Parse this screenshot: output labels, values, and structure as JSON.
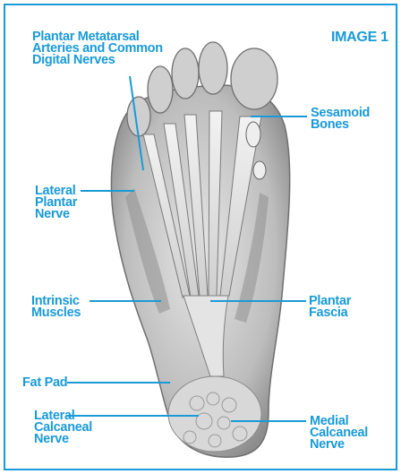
{
  "title": "IMAGE 1",
  "colors": {
    "accent": "#1a9ad6",
    "background": "#ffffff"
  },
  "illustration": "foot-anatomy-illustration",
  "labels": {
    "plantar_metatarsal": "Plantar Metatarsal\nArteries and Common\nDigital Nerves",
    "sesamoid": "Sesamoid\nBones",
    "lateral_plantar": "Lateral\nPlantar\nNerve",
    "intrinsic": "Intrinsic\nMuscles",
    "plantar_fascia": "Plantar\nFascia",
    "fat_pad": "Fat Pad",
    "lateral_calcaneal": "Lateral\nCalcaneal\nNerve",
    "medial_calcaneal": "Medial\nCalcaneal\nNerve"
  }
}
